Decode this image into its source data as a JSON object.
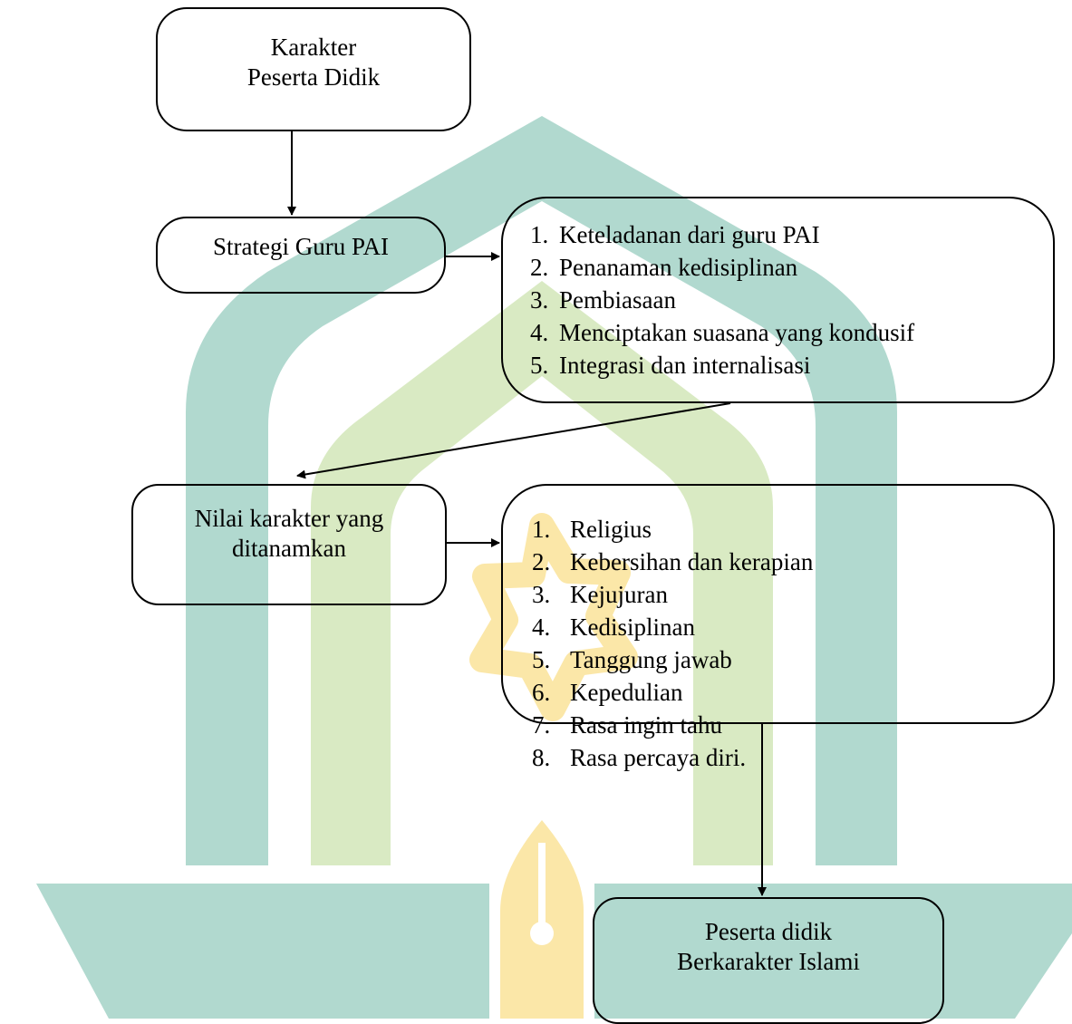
{
  "colors": {
    "teal": "#b1d9cf",
    "green": "#d9eac3",
    "gold": "#fbe7a8",
    "line": "#000000"
  },
  "icons": {
    "watermark": "university-logo-watermark"
  },
  "nodes": {
    "karakter": {
      "line1": "Karakter",
      "line2": "Peserta Didik"
    },
    "strategi": {
      "label": "Strategi Guru PAI"
    },
    "strategi_items": [
      {
        "num": "1.",
        "text": "Keteladanan dari guru PAI"
      },
      {
        "num": "2.",
        "text": "Penanaman kedisiplinan"
      },
      {
        "num": "3.",
        "text": "Pembiasaan"
      },
      {
        "num": "4.",
        "text": "Menciptakan suasana yang kondusif"
      },
      {
        "num": "5.",
        "text": "Integrasi dan internalisasi"
      }
    ],
    "nilai": {
      "line1": "Nilai karakter yang",
      "line2": "ditanamkan"
    },
    "nilai_items": [
      {
        "num": "1.",
        "text": "Religius"
      },
      {
        "num": "2.",
        "text": "Kebersihan dan kerapian"
      },
      {
        "num": "3.",
        "text": "Kejujuran"
      },
      {
        "num": "4.",
        "text": "Kedisiplinan"
      },
      {
        "num": "5.",
        "text": "Tanggung jawab"
      },
      {
        "num": "6.",
        "text": "Kepedulian"
      },
      {
        "num": "7.",
        "text": "Rasa ingin tahu"
      },
      {
        "num": "8.",
        "text": "Rasa percaya diri."
      }
    ],
    "hasil": {
      "line1": "Peserta didik",
      "line2": "Berkarakter Islami"
    }
  }
}
